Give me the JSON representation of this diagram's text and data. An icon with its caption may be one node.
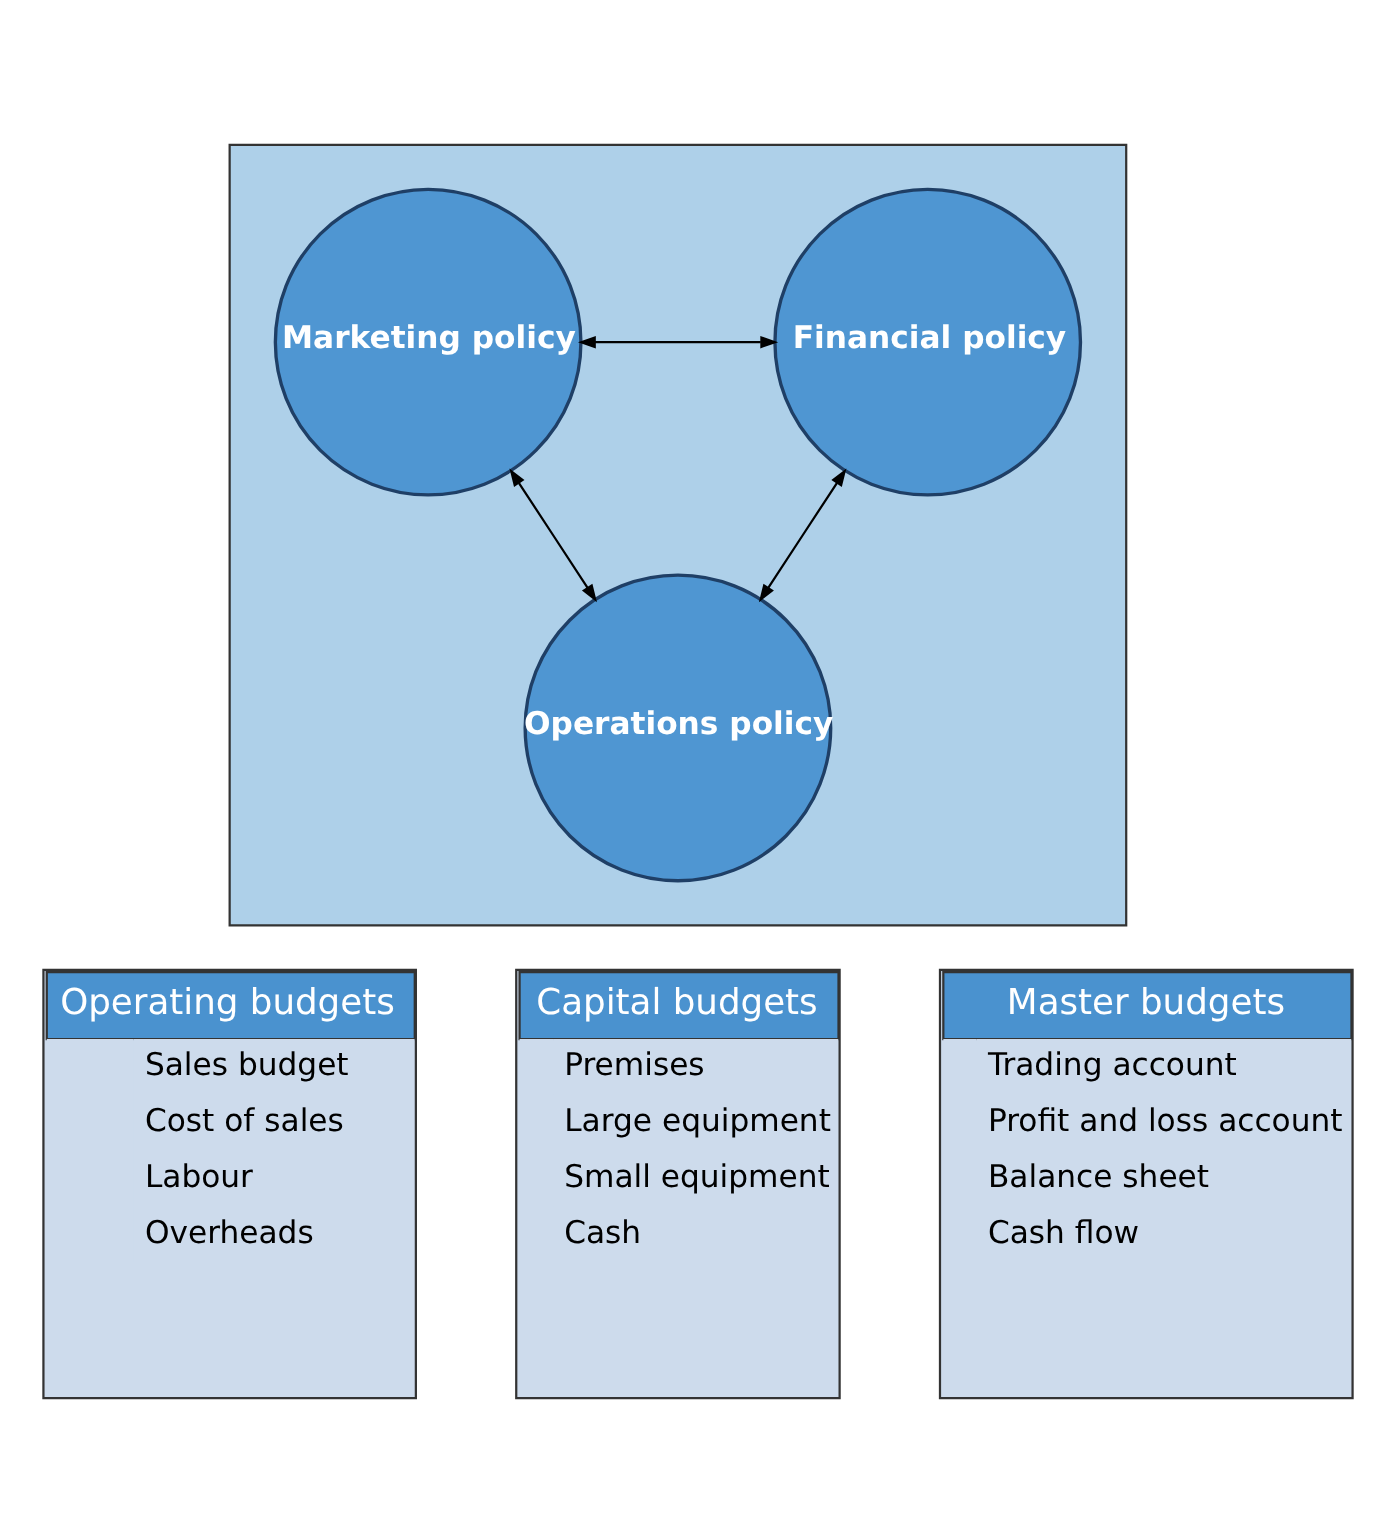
{
  "diagram": {
    "nodes": [
      {
        "text": [],
        "shape": "box"
      },
      {
        "text": [
          "Marketing policy"
        ],
        "in": 0
      },
      {
        "text": [
          "Financial policy"
        ],
        "in": 0
      },
      {
        "text": [
          "Operations policy"
        ],
        "in": 0
      },
      {
        "text": [
          "Operating budgets",
          "Sales budget",
          "Cost of sales",
          "Labour",
          "Overheads"
        ]
      },
      {
        "text": [
          "Capital budgets",
          "Premises",
          "Large equipment",
          "Small equipment",
          "Cash"
        ]
      },
      {
        "text": [
          "Master budgets",
          "Trading account",
          "Profit and loss account",
          "Balance sheet",
          "Cash flow"
        ]
      }
    ],
    "edges": [
      {
        "from": 1,
        "to": 2,
        "arrow": "both"
      },
      {
        "from": 1,
        "to": 3,
        "arrow": "both"
      },
      {
        "from": 2,
        "to": 3,
        "arrow": "both"
      }
    ]
  }
}
